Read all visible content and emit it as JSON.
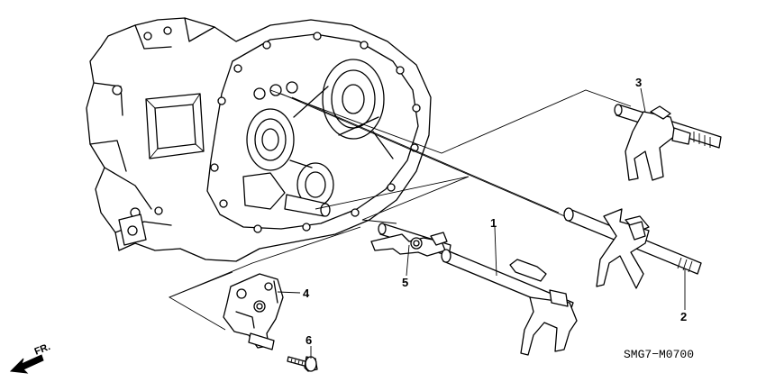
{
  "callouts": [
    {
      "label": "1"
    },
    {
      "label": "2"
    },
    {
      "label": "3"
    },
    {
      "label": "4"
    },
    {
      "label": "5"
    },
    {
      "label": "6"
    }
  ],
  "diagram_code": "SMG7−M0700",
  "direction_label": "FR."
}
